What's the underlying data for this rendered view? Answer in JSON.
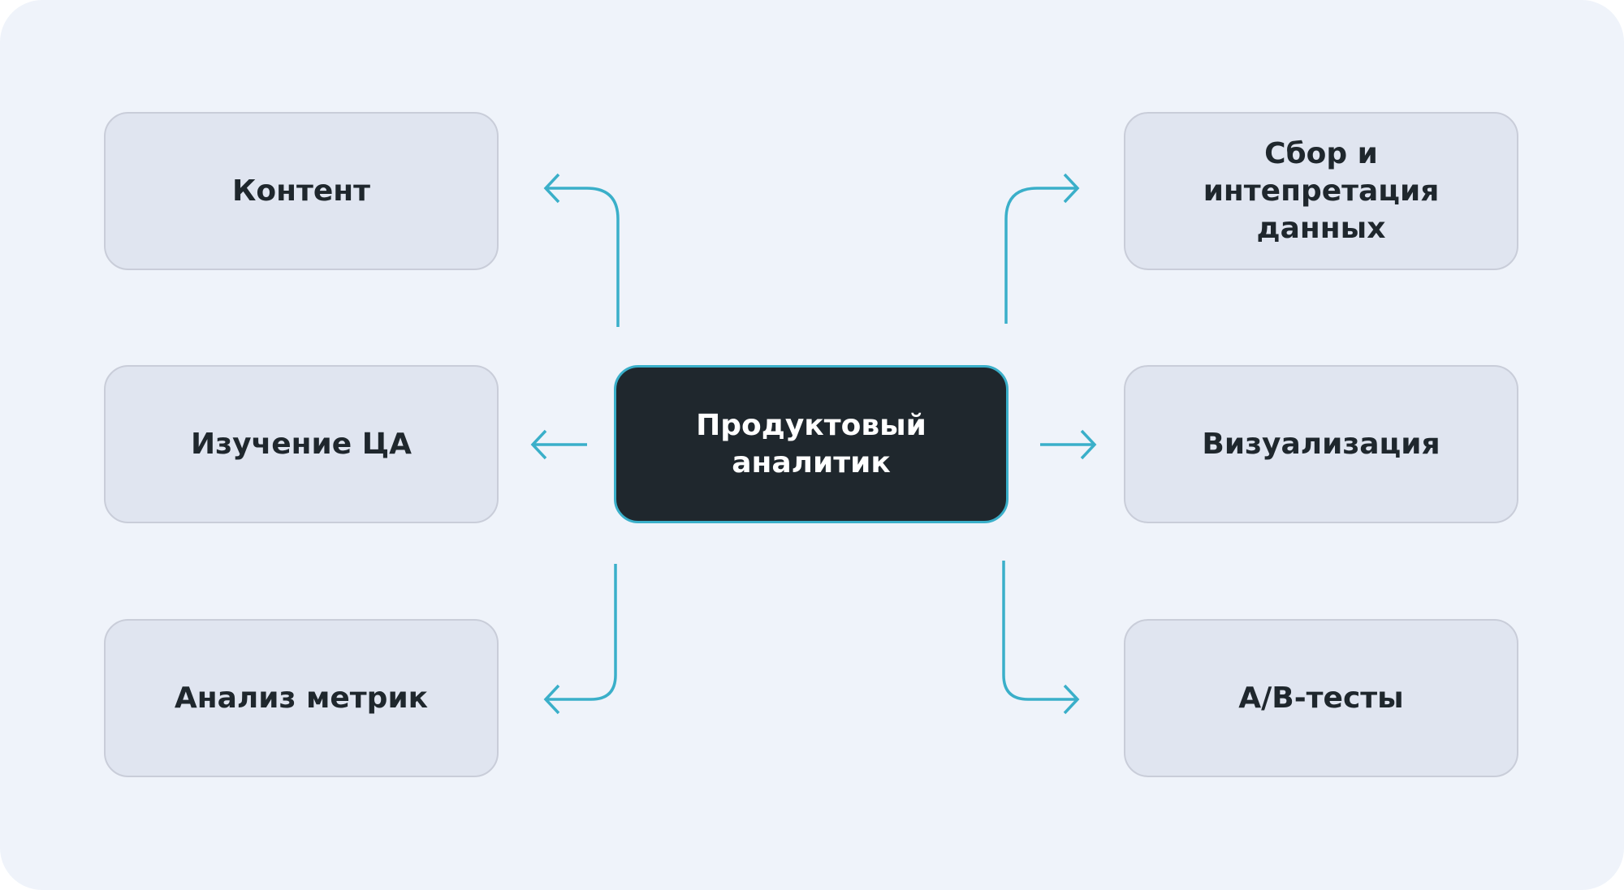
{
  "center": {
    "label": "Продуктовый аналитик"
  },
  "left": [
    {
      "label": "Контент"
    },
    {
      "label": "Изучение ЦА"
    },
    {
      "label": "Анализ метрик"
    }
  ],
  "right": [
    {
      "label": "Сбор и интепретация данных"
    },
    {
      "label": "Визуализация"
    },
    {
      "label": "A/B-тесты"
    }
  ],
  "colors": {
    "accent": "#3aafc9",
    "center_bg": "#1f272d",
    "box_bg": "#e0e5f0",
    "background": "#eff3fa"
  }
}
